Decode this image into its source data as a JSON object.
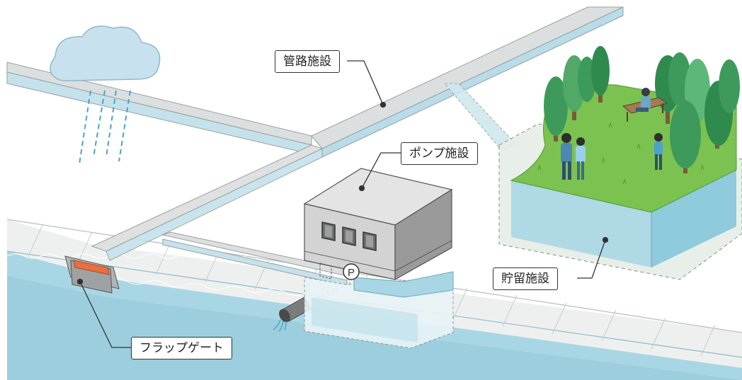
{
  "labels": {
    "pipeline": "管路施設",
    "pump": "ポンプ施設",
    "storage": "貯留施設",
    "flap_gate": "フラップゲート",
    "pump_symbol": "P"
  },
  "colors": {
    "water": "#a9d6e4",
    "water_dark": "#7fbcd2",
    "concrete": "#d6d8d8",
    "building_front": "#d3d3d3",
    "building_side": "#9a9a9a",
    "grass": "#7cc250",
    "tree": "#3e9a5a",
    "gate": "#e86f3f",
    "rain": "#4aa3c8"
  }
}
